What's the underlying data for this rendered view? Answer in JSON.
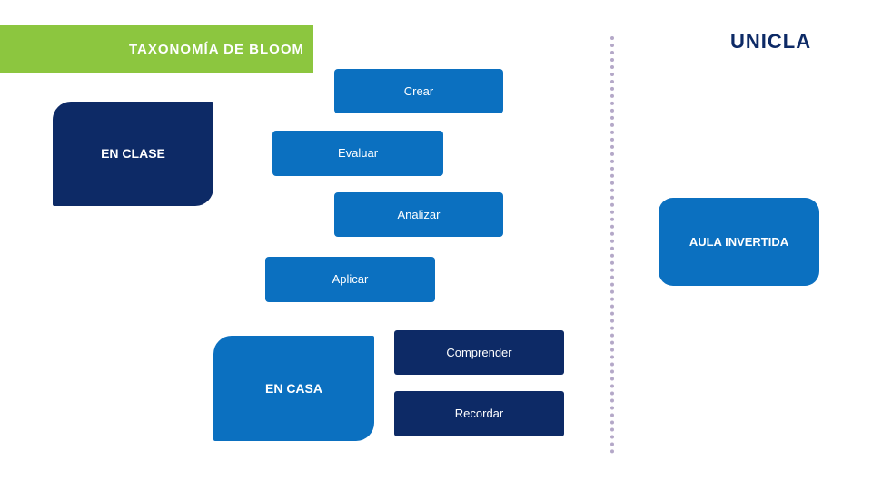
{
  "title": "TAXONOMÍA DE BLOOM",
  "logo": "UNICLA",
  "left_labels": {
    "en_clase": "EN CLASE",
    "en_casa": "EN CASA"
  },
  "levels": {
    "crear": "Crear",
    "evaluar": "Evaluar",
    "analizar": "Analizar",
    "aplicar": "Aplicar",
    "comprender": "Comprender",
    "recordar": "Recordar"
  },
  "right_label": "AULA INVERTIDA",
  "colors": {
    "green": "#8cc63f",
    "light_blue": "#0b70c0",
    "dark_blue": "#0d2a66",
    "divider": "#b4a8c8"
  }
}
